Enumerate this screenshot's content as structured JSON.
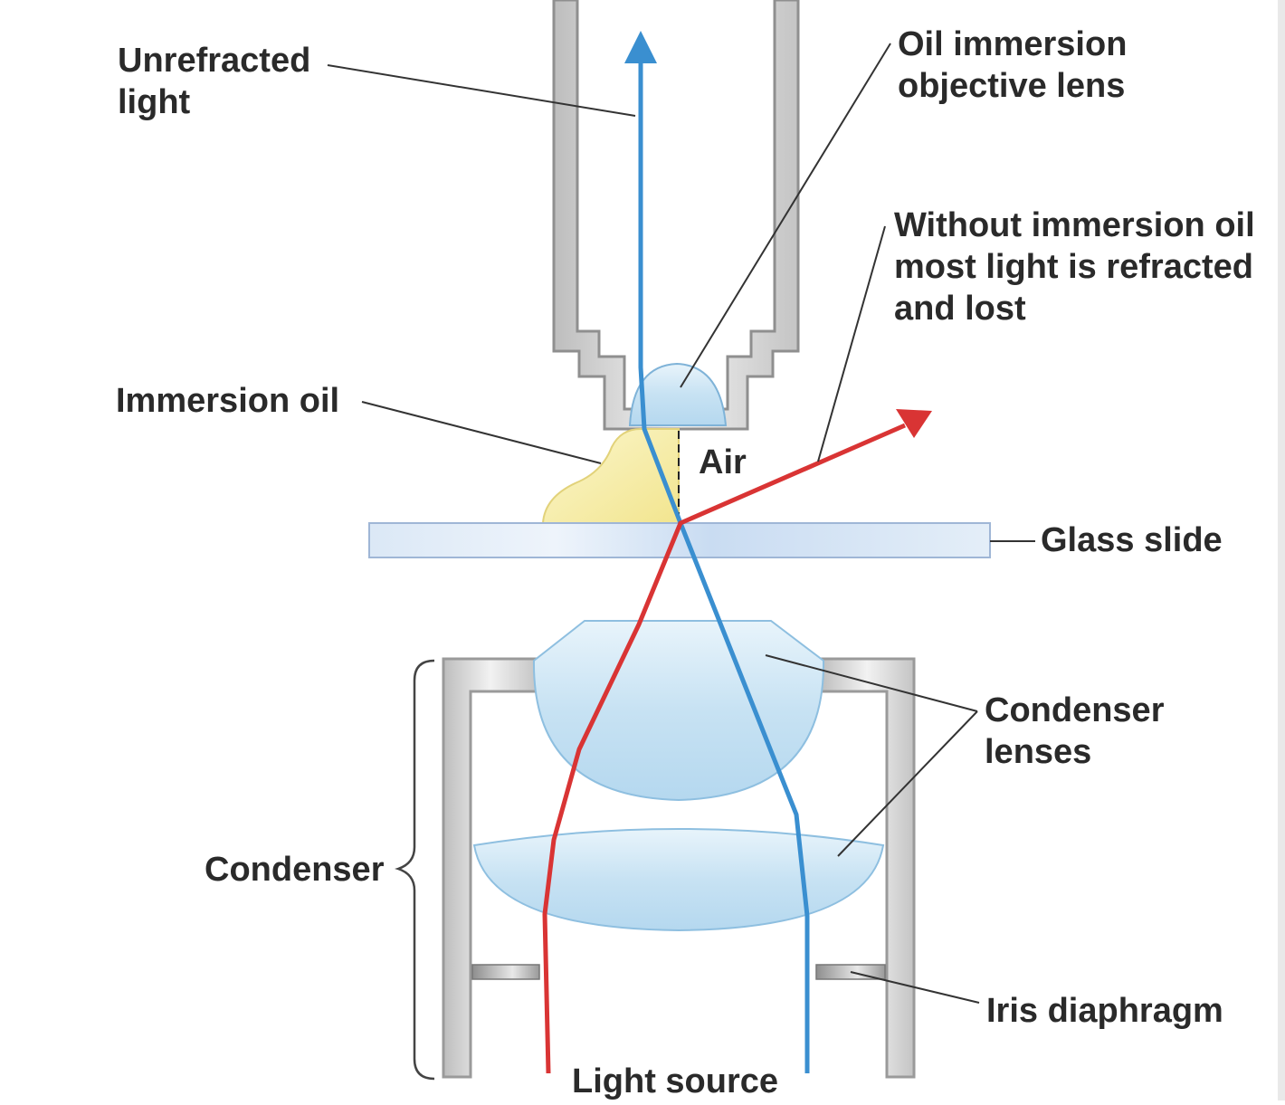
{
  "labels": {
    "unrefracted_light": [
      "Unrefracted",
      "light"
    ],
    "objective_lens": [
      "Oil immersion",
      "objective lens"
    ],
    "without_oil": [
      "Without immersion oil",
      "most light is refracted",
      "and lost"
    ],
    "immersion_oil": "Immersion oil",
    "air": "Air",
    "glass_slide": "Glass slide",
    "condenser_lenses": [
      "Condenser",
      "lenses"
    ],
    "condenser": "Condenser",
    "iris_diaphragm": "Iris diaphragm",
    "light_source": "Light source"
  },
  "colors": {
    "unrefracted_ray": "#3a8fd0",
    "refracted_ray": "#d93434",
    "oil": "#f7eea6",
    "lens_glass": "#cfe6f4",
    "housing": "#c9c9c9",
    "leader_line": "#333333"
  }
}
